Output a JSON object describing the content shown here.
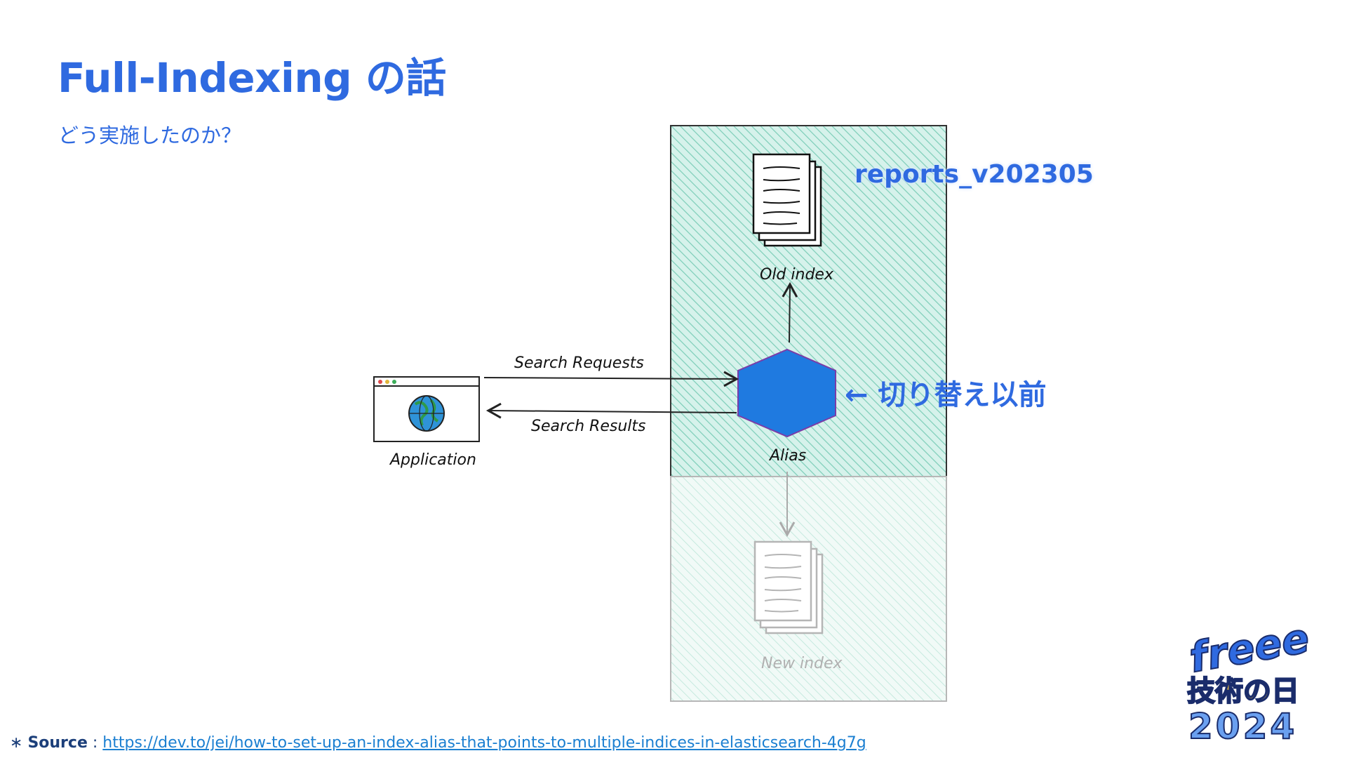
{
  "title": "Full-Indexing の話",
  "subtitle": "どう実施したのか？",
  "diagram": {
    "index_name": "reports_v202305",
    "switch_note": "← 切り替え以前",
    "labels": {
      "old_index": "Old index",
      "new_index": "New index",
      "alias": "Alias",
      "application": "Application",
      "search_requests": "Search Requests",
      "search_results": "Search Results"
    }
  },
  "source": {
    "marker": "∗",
    "label": "Source",
    "separator": " : ",
    "url": "https://dev.to/jei/how-to-set-up-an-index-alias-that-points-to-multiple-indices-in-elasticsearch-4g7g"
  },
  "logo": {
    "line1": "freee",
    "line2": "技術の日",
    "line3": "2024"
  },
  "colors": {
    "accent": "#2f6ae0",
    "alias_fill": "#1f7ae0",
    "hatch": "#9ad7c8"
  }
}
